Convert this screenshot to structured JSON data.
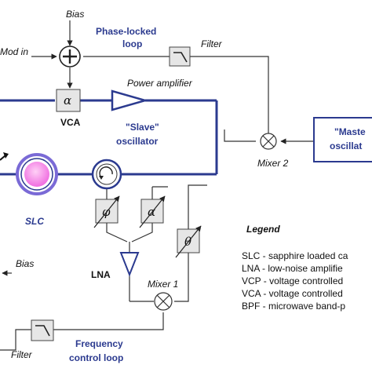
{
  "labels": {
    "bias_top": "Bias",
    "mod_in": "Mod in",
    "pll_line1": "Phase-locked",
    "pll_line2": "loop",
    "filter_top": "Filter",
    "power_amp": "Power amplifier",
    "vca_label": "VCA",
    "slave_line1": "\"Slave\"",
    "slave_line2": "oscillator",
    "master_line1": "\"Maste",
    "master_line2": "oscillat",
    "mixer2": "Mixer 2",
    "slc": "SLC",
    "lna": "LNA",
    "mixer1": "Mixer 1",
    "bias_bottom": "Bias",
    "filter_bottom": "Filter",
    "fcl_line1": "Frequency",
    "fcl_line2": "control loop"
  },
  "symbols": {
    "vca_alpha": "α",
    "phase_shifter": "φ",
    "attenuator": "α",
    "theta": "θ"
  },
  "legend": {
    "title": "Legend",
    "items": [
      "SLC - sapphire loaded ca",
      "LNA - low-noise amplifie",
      "VCP - voltage controlled",
      "VCA - voltage controlled",
      "BPF - microwave band-p"
    ]
  },
  "colors": {
    "resonator_line": "#2b3a8f",
    "label_blue": "#2b3a8f",
    "sphere": "#f06de0",
    "ring": "#7a6ad6"
  }
}
